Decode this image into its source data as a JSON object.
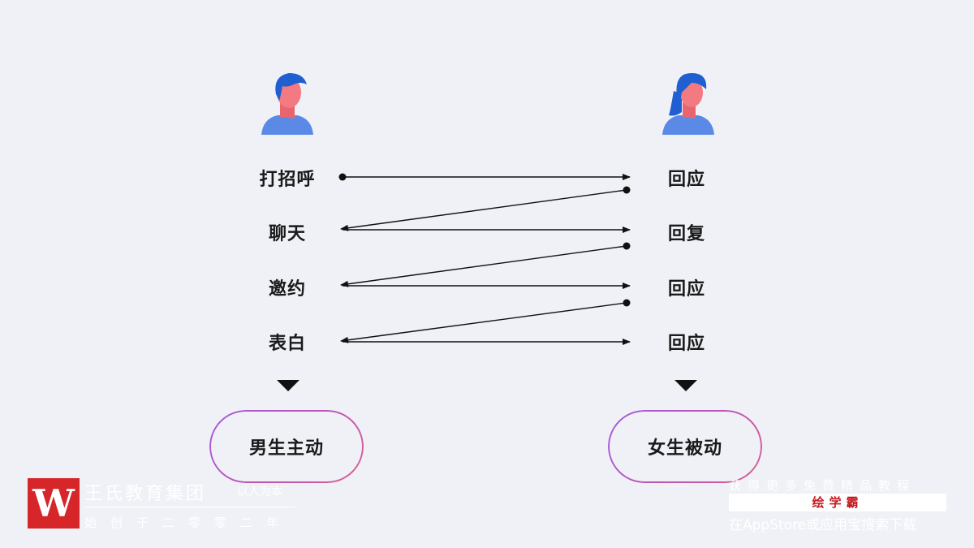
{
  "left_column": {
    "steps": [
      "打招呼",
      "聊天",
      "邀约",
      "表白"
    ],
    "conclusion": "男生主动"
  },
  "right_column": {
    "steps": [
      "回应",
      "回复",
      "回应",
      "回应"
    ],
    "conclusion": "女生被动"
  },
  "watermark_left": {
    "logo": "W",
    "title": "王氏教育集团",
    "slogan": "以人为本",
    "founded": "始创于二零零二年"
  },
  "watermark_right": {
    "line1": "获得更多免费精品教程",
    "brand": "绘学霸",
    "line3": "在AppStore或应用宝搜索下载"
  },
  "colors": {
    "background": "#eff1f7",
    "avatar_hair": "#1f5fd1",
    "avatar_skin": "#f47a82",
    "avatar_body": "#5a8ae6",
    "pill_gradient": [
      "#a45be0",
      "#d9608f"
    ]
  }
}
